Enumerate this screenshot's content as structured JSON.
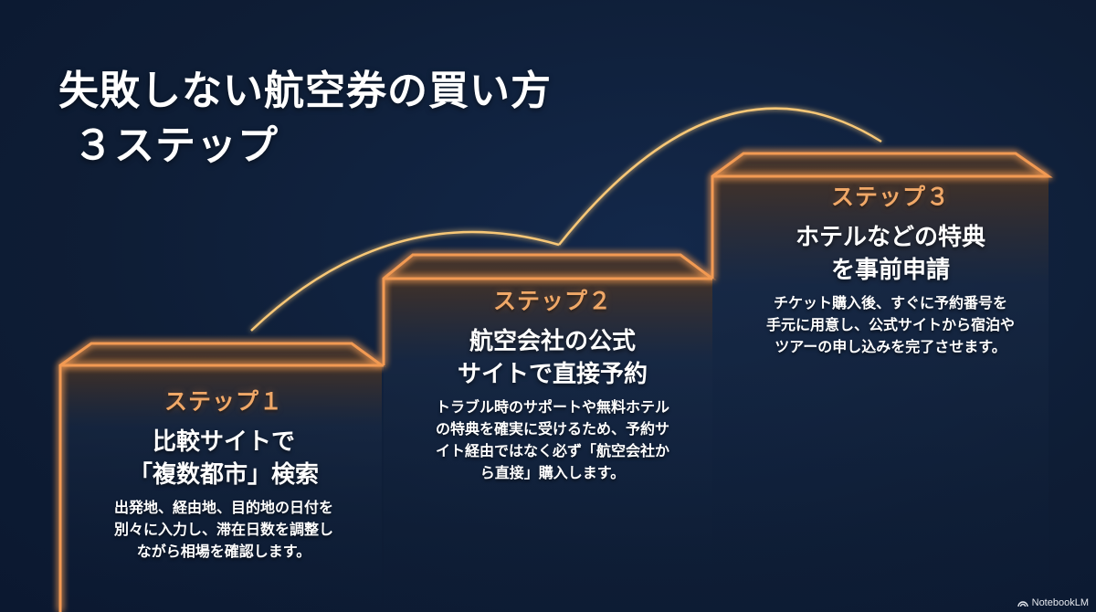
{
  "title": {
    "line1": "失敗しない航空券の買い方",
    "line2": "３ステップ"
  },
  "steps": [
    {
      "label": "ステップ１",
      "heading_line1": "比較サイトで",
      "heading_line2": "「複数都市」検索",
      "body_lines": [
        "出発地、経由地、目的地の日付を",
        "別々に入力し、滞在日数を調整し",
        "ながら相場を確認します。"
      ]
    },
    {
      "label": "ステップ２",
      "heading_line1": "航空会社の公式",
      "heading_line2": "サイトで直接予約",
      "body_lines": [
        "トラブル時のサポートや無料ホテル",
        "の特典を確実に受けるため、予約サ",
        "イト経由ではなく必ず「航空会社か",
        "ら直接」購入します。"
      ]
    },
    {
      "label": "ステップ３",
      "heading_line1": "ホテルなどの特典",
      "heading_line2": "を事前申請",
      "body_lines": [
        "チケット購入後、すぐに予約番号を",
        "手元に用意し、公式サイトから宿泊や",
        "ツアーの申し込みを完了させます。"
      ]
    }
  ],
  "colors": {
    "background": "#0f1f38",
    "step_outline": "#f29a52",
    "arc": "#f7c777",
    "step_label": "#f0a868",
    "text": "#ffffff"
  },
  "brand": {
    "name": "NotebookLM",
    "icon": "notebooklm-logo-icon"
  }
}
